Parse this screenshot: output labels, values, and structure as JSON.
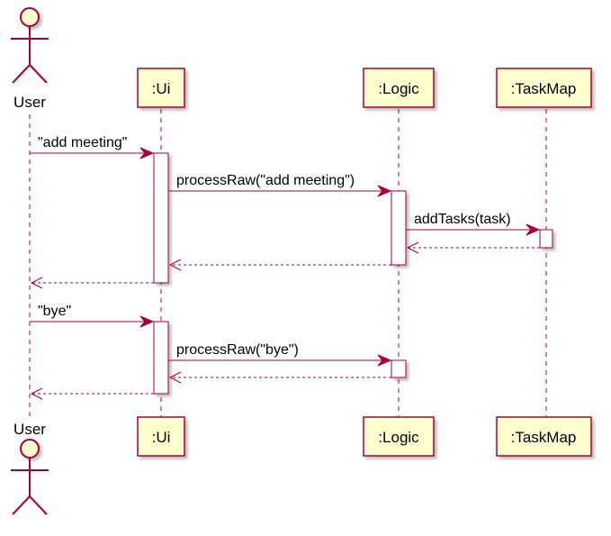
{
  "participants": [
    {
      "id": "user",
      "kind": "actor",
      "label": "User"
    },
    {
      "id": "ui",
      "kind": "box",
      "label": ":Ui"
    },
    {
      "id": "logic",
      "kind": "box",
      "label": ":Logic"
    },
    {
      "id": "taskmap",
      "kind": "box",
      "label": ":TaskMap"
    }
  ],
  "messages": [
    {
      "id": "m1",
      "from": "user",
      "to": "ui",
      "label": "\"add meeting\"",
      "type": "call"
    },
    {
      "id": "m2",
      "from": "ui",
      "to": "logic",
      "label": "processRaw(\"add meeting\")",
      "type": "call"
    },
    {
      "id": "m3",
      "from": "logic",
      "to": "taskmap",
      "label": "addTasks(task)",
      "type": "call"
    },
    {
      "id": "m4",
      "from": "taskmap",
      "to": "logic",
      "label": "",
      "type": "return"
    },
    {
      "id": "m5",
      "from": "logic",
      "to": "ui",
      "label": "",
      "type": "return"
    },
    {
      "id": "m6",
      "from": "ui",
      "to": "user",
      "label": "",
      "type": "return"
    },
    {
      "id": "m7",
      "from": "user",
      "to": "ui",
      "label": "\"bye\"",
      "type": "call"
    },
    {
      "id": "m8",
      "from": "ui",
      "to": "logic",
      "label": "processRaw(\"bye\")",
      "type": "call"
    },
    {
      "id": "m9",
      "from": "logic",
      "to": "ui",
      "label": "",
      "type": "return"
    },
    {
      "id": "m10",
      "from": "ui",
      "to": "user",
      "label": "",
      "type": "return"
    }
  ],
  "colors": {
    "line": "#A80036",
    "box_fill": "#FEFECE",
    "box_border": "#A80036",
    "text": "#000000",
    "lifeline": "#A80036"
  }
}
